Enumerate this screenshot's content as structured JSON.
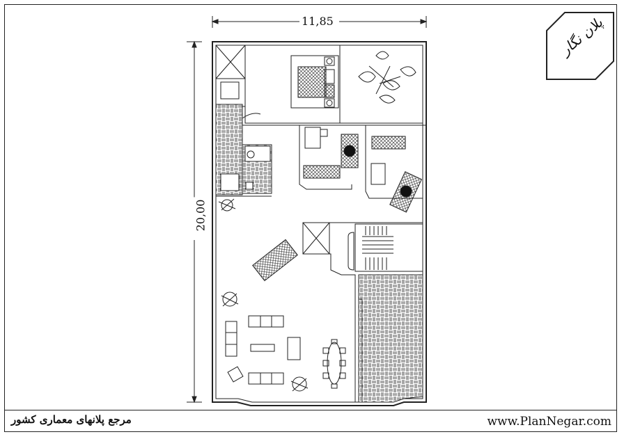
{
  "dimensions": {
    "width_label": "11,85",
    "height_label": "20,00"
  },
  "logo": {
    "text": "پلان نگار"
  },
  "footer": {
    "left_text": "مرجع پلانهای معماری کشور",
    "right_text": "www.PlanNegar.com"
  }
}
